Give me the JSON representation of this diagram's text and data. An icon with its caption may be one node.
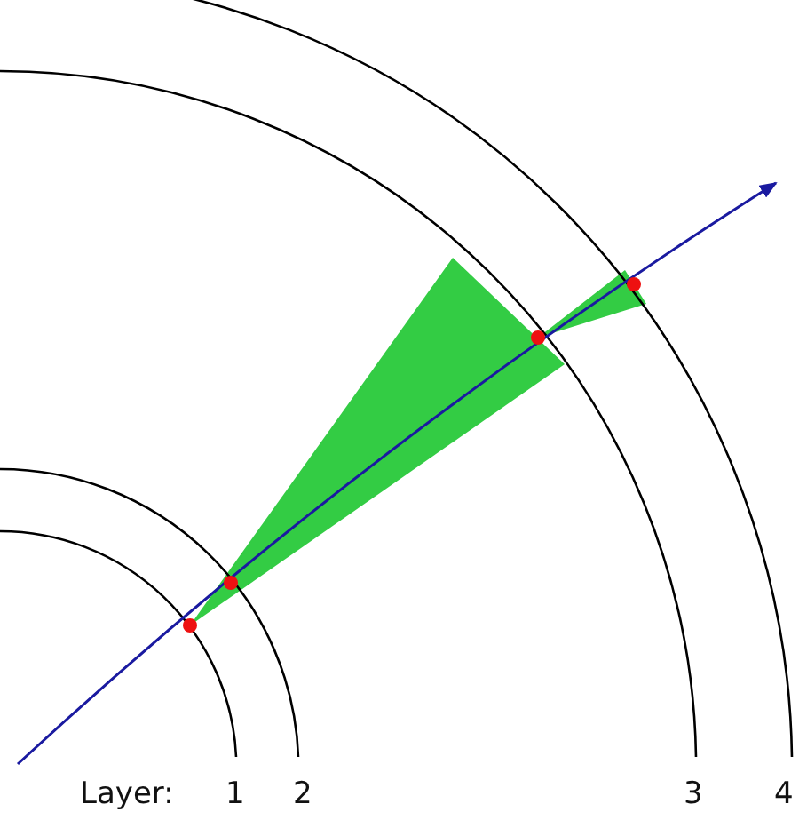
{
  "diagram": {
    "labels": [
      "Layer:",
      "1",
      "2",
      "3",
      "4"
    ]
  }
}
